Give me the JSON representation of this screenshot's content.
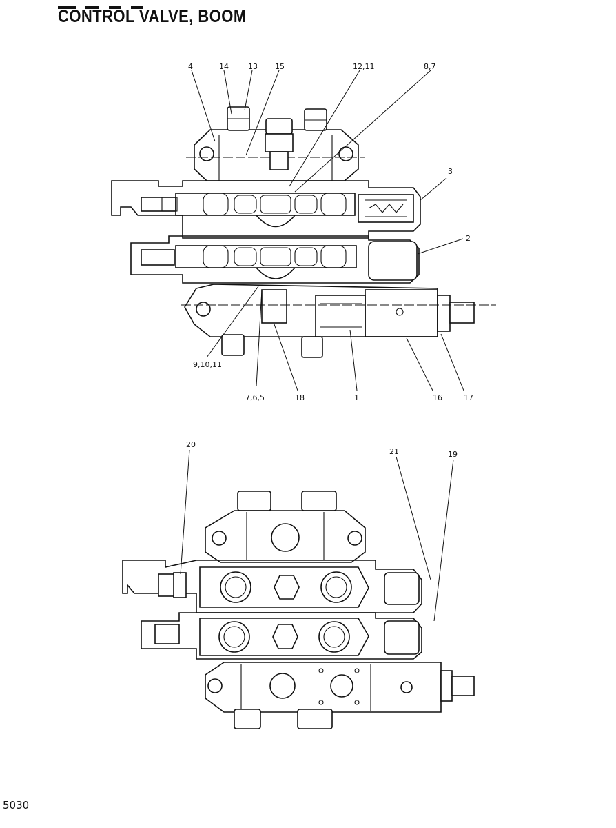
{
  "title": "CONTROL VALVE, BOOM",
  "page_number": "5030",
  "upper_view": {
    "callouts": [
      "4",
      "14",
      "13",
      "15",
      "12,11",
      "8,7",
      "3",
      "2",
      "9,10,11",
      "7,6,5",
      "18",
      "1",
      "16",
      "17"
    ]
  },
  "lower_view": {
    "callouts": [
      "20",
      "21",
      "19"
    ]
  }
}
